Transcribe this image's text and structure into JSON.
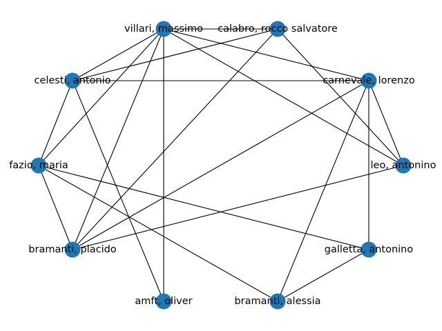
{
  "graph": {
    "node_color": "#1f77b4",
    "edge_color": "#000000",
    "nodes": [
      {
        "id": "villari",
        "label": "villari, massimo"
      },
      {
        "id": "calabro",
        "label": "calabro, rocco salvatore"
      },
      {
        "id": "celesti",
        "label": "celesti, antonio"
      },
      {
        "id": "carnevale",
        "label": "carnevale, lorenzo"
      },
      {
        "id": "fazio",
        "label": "fazio, maria"
      },
      {
        "id": "leo",
        "label": "leo, antonino"
      },
      {
        "id": "bramanti_p",
        "label": "bramanti, placido"
      },
      {
        "id": "galletta",
        "label": "galletta, antonino"
      },
      {
        "id": "amft",
        "label": "amft, oliver"
      },
      {
        "id": "bramanti_a",
        "label": "bramanti, alessia"
      }
    ],
    "edges": [
      [
        "villari",
        "calabro"
      ],
      [
        "villari",
        "celesti"
      ],
      [
        "villari",
        "carnevale"
      ],
      [
        "villari",
        "fazio"
      ],
      [
        "villari",
        "leo"
      ],
      [
        "villari",
        "bramanti_p"
      ],
      [
        "villari",
        "amft"
      ],
      [
        "calabro",
        "celesti"
      ],
      [
        "calabro",
        "leo"
      ],
      [
        "calabro",
        "bramanti_p"
      ],
      [
        "celesti",
        "carnevale"
      ],
      [
        "celesti",
        "fazio"
      ],
      [
        "celesti",
        "amft"
      ],
      [
        "carnevale",
        "leo"
      ],
      [
        "carnevale",
        "bramanti_p"
      ],
      [
        "carnevale",
        "galletta"
      ],
      [
        "carnevale",
        "bramanti_a"
      ],
      [
        "fazio",
        "bramanti_p"
      ],
      [
        "fazio",
        "galletta"
      ],
      [
        "fazio",
        "bramanti_a"
      ],
      [
        "leo",
        "bramanti_p"
      ],
      [
        "galletta",
        "bramanti_a"
      ]
    ]
  }
}
